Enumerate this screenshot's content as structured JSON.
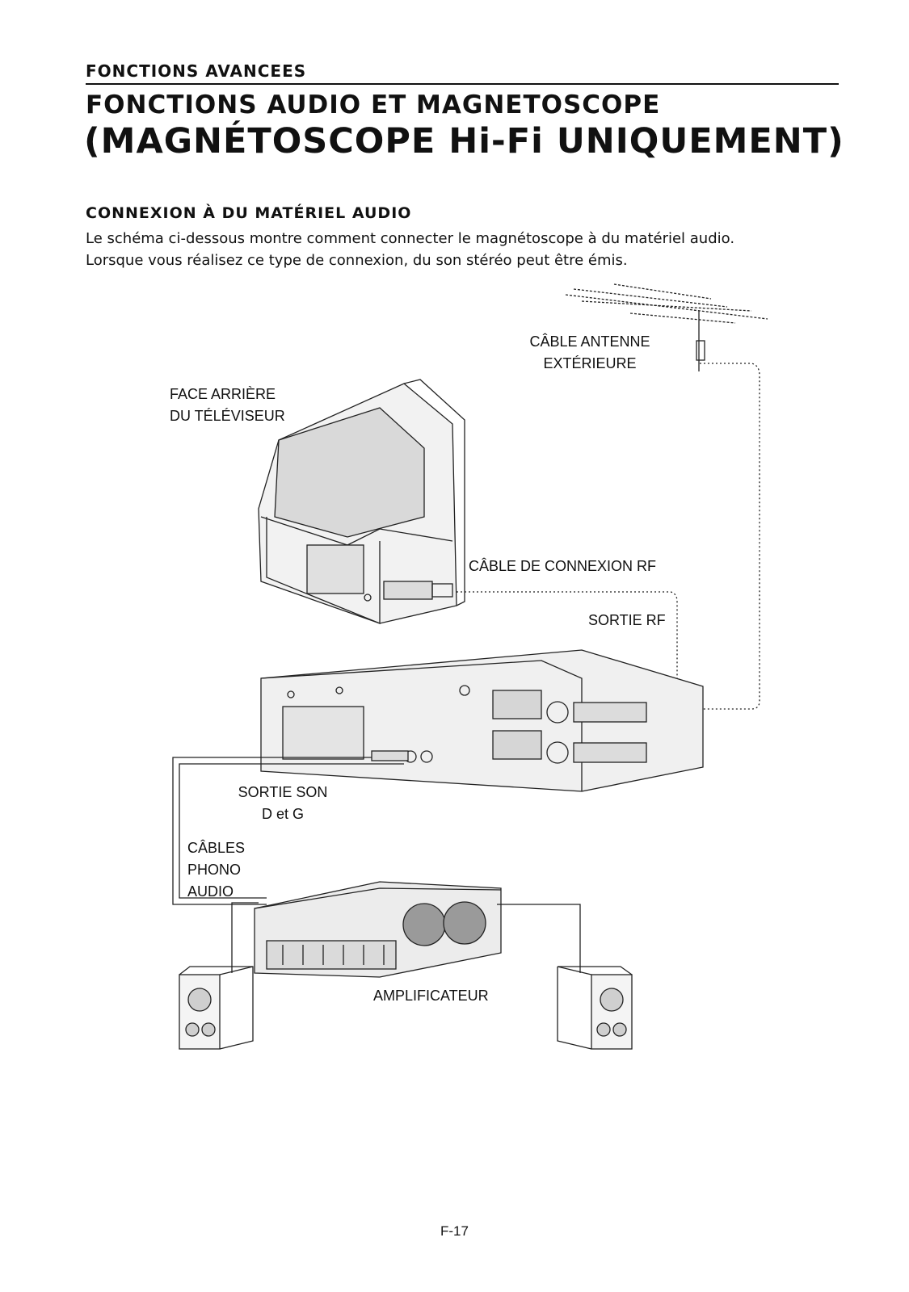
{
  "header": {
    "section": "FONCTIONS AVANCEES",
    "title_line1": "FONCTIONS AUDIO ET MAGNETOSCOPE",
    "title_line2": "(MAGNÉTOSCOPE Hi-Fi UNIQUEMENT)"
  },
  "section": {
    "heading": "CONNEXION À DU MATÉRIEL AUDIO",
    "paragraph_line1": "Le schéma ci-dessous montre comment connecter le magnétoscope à du matériel audio.",
    "paragraph_line2": "Lorsque vous réalisez ce type de connexion, du son stéréo peut être émis."
  },
  "diagram": {
    "antenna_label_1": "CÂBLE ANTENNE",
    "antenna_label_2": "EXTÉRIEURE",
    "tv_label_1": "FACE ARRIÈRE",
    "tv_label_2": "DU TÉLÉVISEUR",
    "rf_cable_label": "CÂBLE DE CONNEXION RF",
    "rf_out_label": "SORTIE RF",
    "audio_out_label_1": "SORTIE SON",
    "audio_out_label_2": "D et G",
    "cables_label_1": "CÂBLES",
    "cables_label_2": "PHONO",
    "cables_label_3": "AUDIO",
    "amplifier_label": "AMPLIFICATEUR"
  },
  "footer": {
    "page_number": "F-17"
  }
}
